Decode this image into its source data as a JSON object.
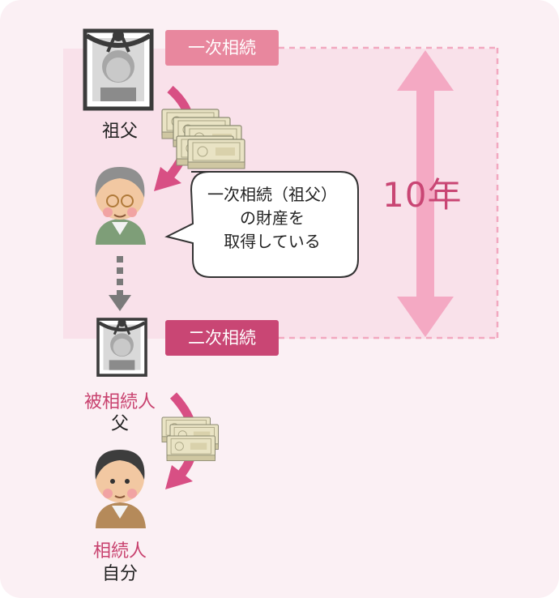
{
  "labels": {
    "first_inheritance": "一次相続",
    "second_inheritance": "二次相続",
    "grandfather": "祖父",
    "decedent_title": "被相続人",
    "decedent_name": "父",
    "heir_title": "相続人",
    "heir_name": "自分",
    "years": "10年"
  },
  "bubble": {
    "line1": "一次相続（祖父）",
    "line2": "の財産を",
    "line3": "取得している"
  },
  "colors": {
    "page_bg": "#fbf0f4",
    "band": "#f9e1ea",
    "pink_light": "#e8879e",
    "pink_dark": "#c94674",
    "arrow_pink": "#f4a9c3"
  },
  "icons": [
    "memorial-portrait-icon",
    "money-bundle-icon",
    "person-avatar-icon",
    "dashed-down-arrow-icon",
    "double-arrow-icon"
  ]
}
